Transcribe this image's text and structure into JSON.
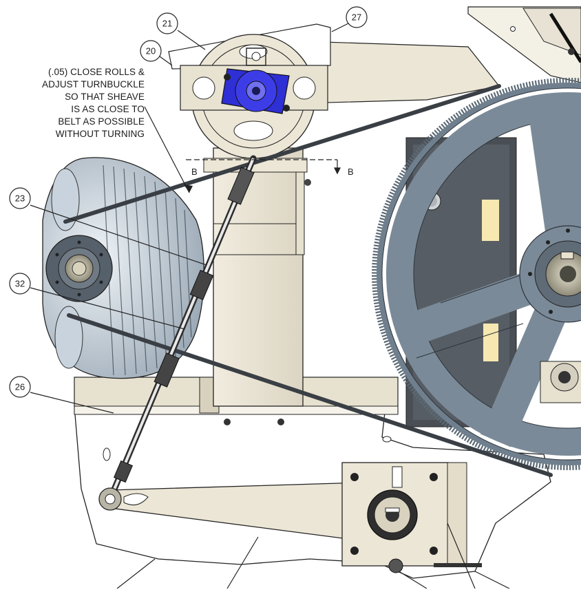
{
  "note": {
    "lines": [
      "(.05) CLOSE ROLLS &",
      "ADJUST TURNBUCKLE",
      "SO THAT SHEAVE",
      "IS AS CLOSE TO",
      "BELT AS POSSIBLE",
      "WITHOUT TURNING"
    ]
  },
  "balloons": {
    "b21": "21",
    "b27": "27",
    "b20": "20",
    "b23": "23",
    "b32": "32",
    "b26": "26"
  },
  "section": {
    "left": "B",
    "right": "B"
  },
  "colors": {
    "frame": "#ece6d6",
    "metal": "#7f8e9c",
    "metal_dark": "#55626e",
    "idler_blue": "#2f2fd6",
    "belt": "#3a3f45",
    "motor": "#d2dbe4"
  }
}
